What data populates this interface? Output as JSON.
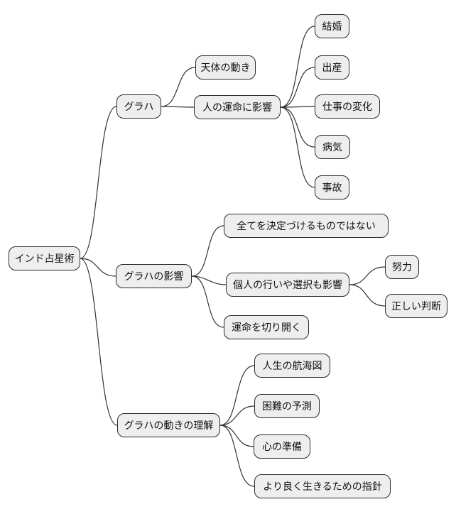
{
  "style": {
    "page_bg": "#ffffff",
    "node_fill": "#eeeeee",
    "node_border": "#2b2b2b",
    "line_color": "#333333",
    "text_color": "#111111"
  },
  "mindmap": {
    "type": "mindmap",
    "root": {
      "label": "インド占星術",
      "children": [
        {
          "label": "グラハ",
          "children": [
            {
              "label": "天体の動き",
              "children": []
            },
            {
              "label": "人の運命に影響",
              "children": [
                {
                  "label": "結婚"
                },
                {
                  "label": "出産"
                },
                {
                  "label": "仕事の変化"
                },
                {
                  "label": "病気"
                },
                {
                  "label": "事故"
                }
              ]
            }
          ]
        },
        {
          "label": "グラハの影響",
          "children": [
            {
              "label": "全てを決定づけるものではない",
              "children": []
            },
            {
              "label": "個人の行いや選択も影響",
              "children": [
                {
                  "label": "努力"
                },
                {
                  "label": "正しい判断"
                }
              ]
            },
            {
              "label": "運命を切り開く",
              "children": []
            }
          ]
        },
        {
          "label": "グラハの動きの理解",
          "children": [
            {
              "label": "人生の航海図"
            },
            {
              "label": "困難の予測"
            },
            {
              "label": "心の準備"
            },
            {
              "label": "より良く生きるための指針"
            }
          ]
        }
      ]
    }
  }
}
